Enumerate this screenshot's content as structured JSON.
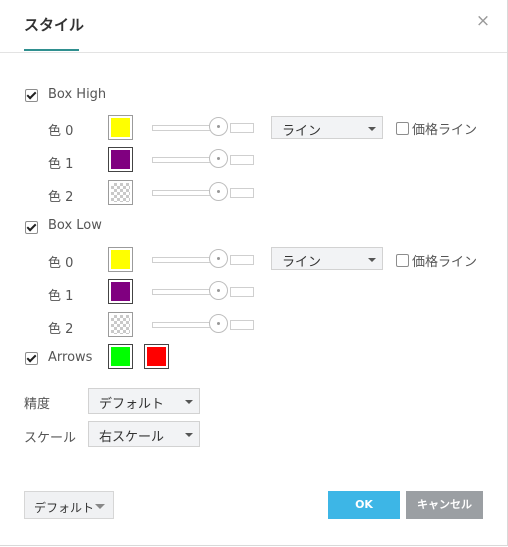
{
  "dialog": {
    "title": "スタイル",
    "close_glyph": "×"
  },
  "box_high": {
    "label": "Box High",
    "checked": true,
    "rows": [
      {
        "label": "色 0",
        "color": "#ffff00",
        "line_style": "ライン",
        "price_line_label": "価格ライン"
      },
      {
        "label": "色 1",
        "color": "#800080"
      },
      {
        "label": "色 2",
        "color": "transparent"
      }
    ]
  },
  "box_low": {
    "label": "Box Low",
    "checked": true,
    "rows": [
      {
        "label": "色 0",
        "color": "#ffff00",
        "line_style": "ライン",
        "price_line_label": "価格ライン"
      },
      {
        "label": "色 1",
        "color": "#800080"
      },
      {
        "label": "色 2",
        "color": "transparent"
      }
    ]
  },
  "arrows": {
    "label": "Arrows",
    "checked": true,
    "colors": [
      "#00ff00",
      "#ff0000"
    ]
  },
  "precision": {
    "label": "精度",
    "value": "デフォルト"
  },
  "scale": {
    "label": "スケール",
    "value": "右スケール"
  },
  "footer": {
    "defaults_label": "デフォルト",
    "ok_label": "OK",
    "cancel_label": "キャンセル"
  },
  "colors": {
    "accent": "#3db6e6",
    "title_underline": "#2f8f8f",
    "cancel_bg": "#9b9fa3"
  }
}
